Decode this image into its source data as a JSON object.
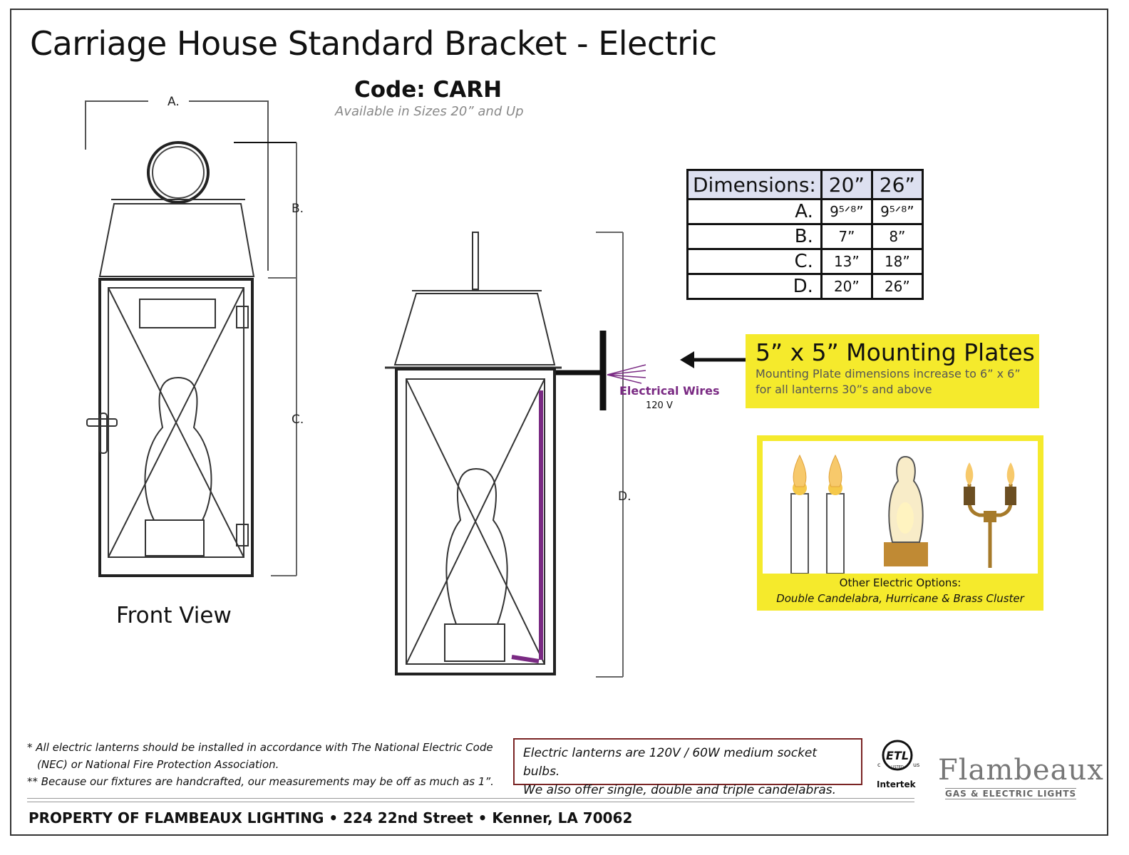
{
  "header": {
    "title": "Carriage House Standard Bracket - Electric",
    "code": "Code: CARH",
    "sizes_note": "Available in Sizes 20” and Up"
  },
  "front_view": {
    "label": "Front View",
    "dim_a": "A.",
    "dim_b": "B.",
    "dim_c": "C."
  },
  "side_view": {
    "dim_d": "D.",
    "electrical_wires": "Electrical Wires",
    "voltage": "120 V"
  },
  "dimensions_table": {
    "header": "Dimensions:",
    "sizes": [
      "20”",
      "26”"
    ],
    "rows": [
      {
        "label": "A.",
        "v20": "9⁵ᐟ⁸”",
        "v26": "9⁵ᐟ⁸”"
      },
      {
        "label": "B.",
        "v20": "7”",
        "v26": "8”"
      },
      {
        "label": "C.",
        "v20": "13”",
        "v26": "18”"
      },
      {
        "label": "D.",
        "v20": "20”",
        "v26": "26”"
      }
    ]
  },
  "mounting": {
    "title": "5” x 5” Mounting Plates",
    "desc_line1": "Mounting Plate dimensions increase to 6” x 6”",
    "desc_line2": "for all lanterns 30”s and above"
  },
  "options": {
    "title": "Other Electric Options:",
    "list": "Double Candelabra, Hurricane & Brass Cluster"
  },
  "notes": {
    "line1": "* All electric lanterns should be installed in accordance with The National Electric Code",
    "line2": "(NEC) or National Fire Protection Association.",
    "line3": "** Because our fixtures are handcrafted, our measurements may be off as much as 1”."
  },
  "bulb_note": {
    "line1": "Electric lanterns are 120V / 60W medium socket bulbs.",
    "line2": "We also offer single, double and triple candelabras."
  },
  "certification": {
    "etl_c": "c",
    "etl_us": "us",
    "etl_listed": "LISTED",
    "intertek": "Intertek"
  },
  "brand": {
    "name": "Flambeaux",
    "tagline": "GAS & ELECTRIC LIGHTS"
  },
  "footer": {
    "text": "PROPERTY OF FLAMBEAUX LIGHTING • 224 22nd Street • Kenner, LA 70062"
  },
  "colors": {
    "highlight": "#f5ea2c",
    "wire": "#7a2a83",
    "table_header": "#dde0f0",
    "note_border": "#7a2424"
  }
}
